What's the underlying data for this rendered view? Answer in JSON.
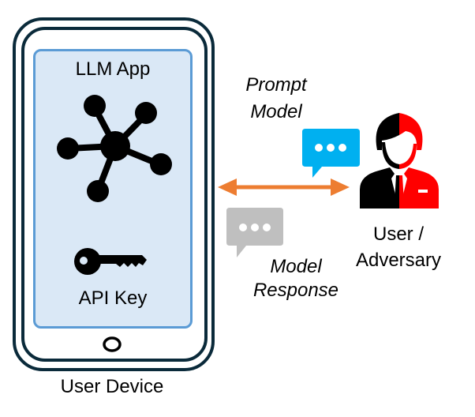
{
  "device": {
    "caption": "User Device",
    "app_label": "LLM App",
    "key_label": "API Key",
    "icons": [
      "network-hub-icon",
      "key-icon",
      "home-button-icon"
    ]
  },
  "flow": {
    "prompt_label_line1": "Prompt",
    "prompt_label_line2": "Model",
    "response_label_line1": "Model",
    "response_label_line2": "Response",
    "arrow": "bidirectional-arrow"
  },
  "actor": {
    "label_line1": "User /",
    "label_line2": "Adversary",
    "icon": "user-adversary-icon"
  },
  "colors": {
    "phone_outline": "#0a2a3a",
    "screen_fill": "#dae8f6",
    "screen_border": "#5b9bd5",
    "arrow": "#ed7d31",
    "prompt_bubble": "#00b0f0",
    "response_bubble": "#bfbfbf",
    "adversary_red": "#ff0000"
  }
}
